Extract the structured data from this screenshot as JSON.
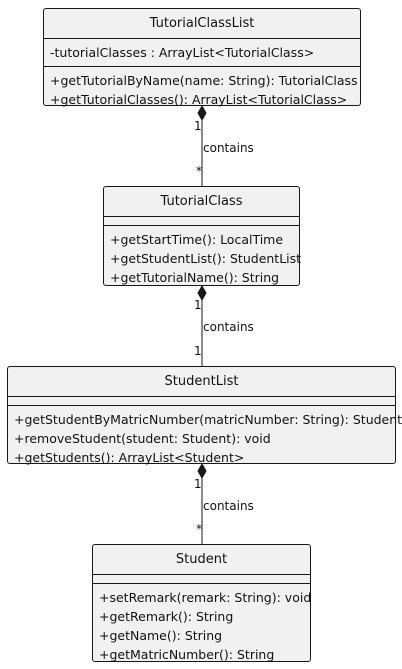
{
  "classes": {
    "tutorial_class_list": {
      "name": "TutorialClassList",
      "attributes": [
        "-tutorialClasses : ArrayList<TutorialClass>"
      ],
      "methods": [
        "+getTutorialByName(name: String): TutorialClass",
        "+getTutorialClasses(): ArrayList<TutorialClass>"
      ]
    },
    "tutorial_class": {
      "name": "TutorialClass",
      "methods": [
        "+getStartTime(): LocalTime",
        "+getStudentList(): StudentList",
        "+getTutorialName(): String"
      ]
    },
    "student_list": {
      "name": "StudentList",
      "methods": [
        "+getStudentByMatricNumber(matricNumber: String): Student",
        "+removeStudent(student: Student): void",
        "+getStudents(): ArrayList<Student>"
      ]
    },
    "student": {
      "name": "Student",
      "methods": [
        "+setRemark(remark: String): void",
        "+getRemark(): String",
        "+getName(): String",
        "+getMatricNumber(): String"
      ]
    }
  },
  "relations": [
    {
      "label": "contains",
      "source_mult": "1",
      "target_mult": "*"
    },
    {
      "label": "contains",
      "source_mult": "1",
      "target_mult": "1"
    },
    {
      "label": "contains",
      "source_mult": "1",
      "target_mult": "*"
    }
  ]
}
